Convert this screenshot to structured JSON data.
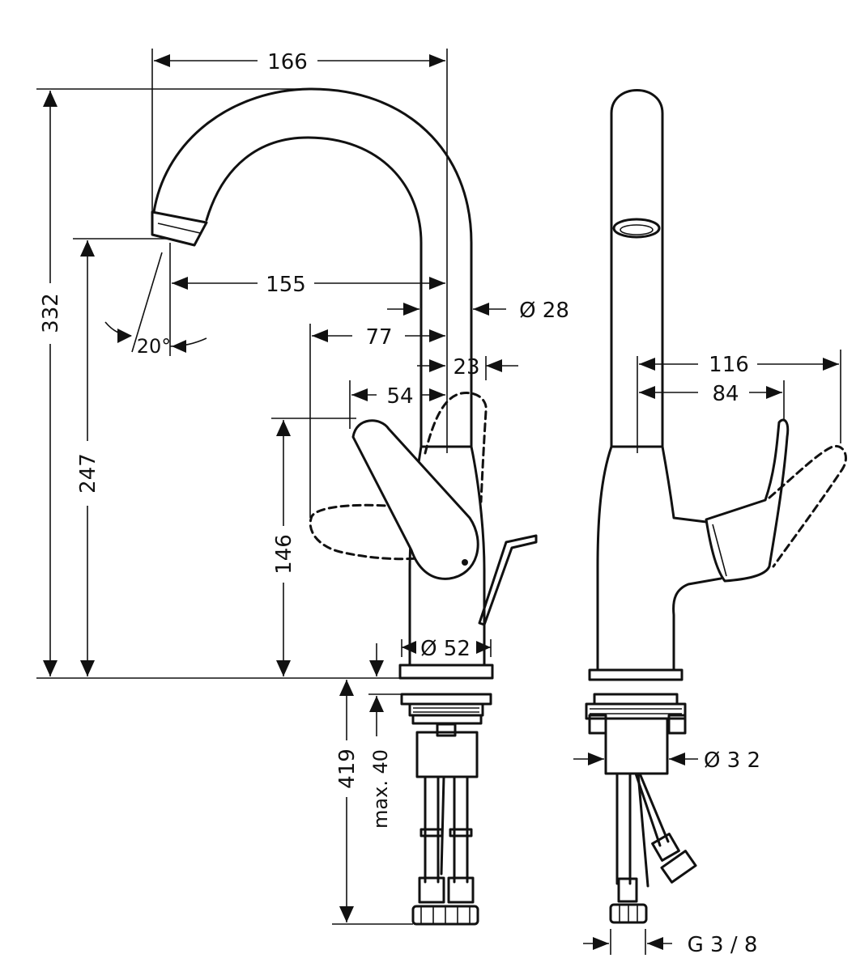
{
  "dimensions": {
    "front": {
      "spout_reach": "166",
      "total_height": "332",
      "outlet_height": "247",
      "outlet_reach": "155",
      "spray_angle": "20°",
      "spout_diameter": "Ø 28",
      "lever_reach_open": "77",
      "lever_reach": "54",
      "lever_offset": "23",
      "lever_height": "146",
      "base_diameter": "Ø 52",
      "below_deck_length": "419",
      "max_deck_thickness": "max. 40"
    },
    "side": {
      "lever_projection_open": "116",
      "lever_projection": "84",
      "shank_diameter": "Ø 3 2",
      "connection_thread": "G 3 / 8"
    }
  }
}
